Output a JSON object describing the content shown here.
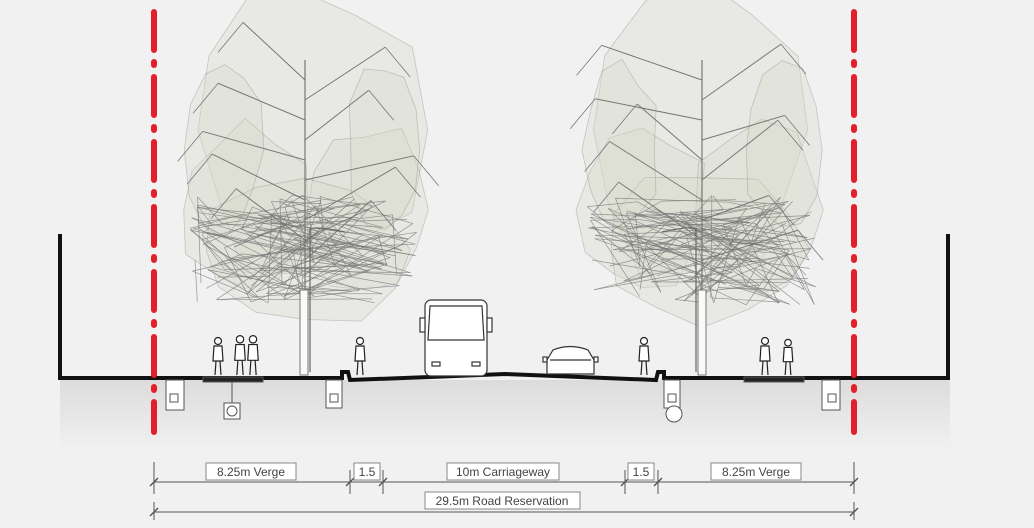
{
  "dimensions": {
    "left_verge": "8.25m Verge",
    "left_strip": "1.5",
    "carriageway": "10m Carriageway",
    "right_strip": "1.5",
    "right_verge": "8.25m Verge",
    "reservation": "29.5m Road Reservation"
  },
  "colors": {
    "boundary": "#e3202a",
    "road": "#111111",
    "tree_line": "#777777",
    "tree_fill": "#d6d9cc"
  }
}
